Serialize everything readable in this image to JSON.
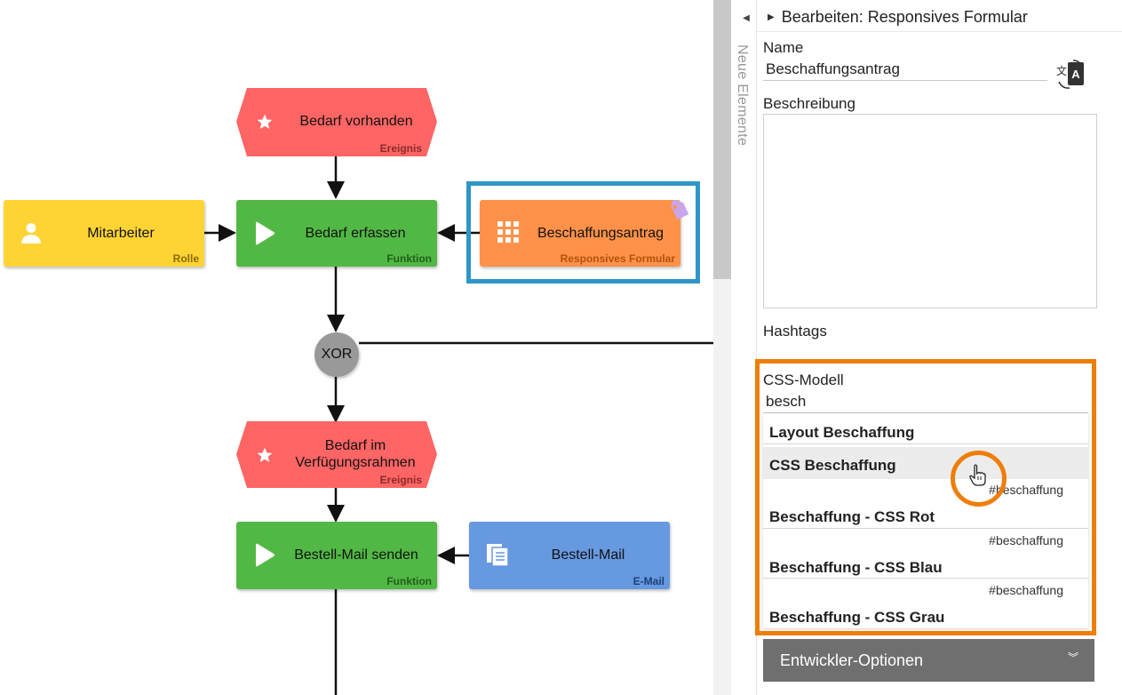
{
  "diagram": {
    "nodes": {
      "bedarf_vorhanden": {
        "title": "Bedarf vorhanden",
        "type": "Ereignis"
      },
      "mitarbeiter": {
        "title": "Mitarbeiter",
        "type": "Rolle"
      },
      "bedarf_erfassen": {
        "title": "Bedarf erfassen",
        "type": "Funktion"
      },
      "beschaffungsantrag": {
        "title": "Beschaffungsantrag",
        "type": "Responsives Formular"
      },
      "xor": {
        "title": "XOR"
      },
      "bedarf_im_rahmen": {
        "title": "Bedarf im Verfügungsrahmen",
        "type": "Ereignis"
      },
      "bestell_mail_senden": {
        "title": "Bestell-Mail senden",
        "type": "Funktion"
      },
      "bestell_mail": {
        "title": "Bestell-Mail",
        "type": "E-Mail"
      }
    },
    "colors": {
      "event": "#ff6565",
      "function": "#52b845",
      "role": "#fed434",
      "form": "#ff9148",
      "mail": "#6699e0",
      "gateway": "#999999",
      "highlight_blue": "#2f96c8"
    }
  },
  "palette": {
    "label": "Neue Elemente",
    "toggle_icon": "chevron-left-icon"
  },
  "panel": {
    "header": "Bearbeiten: Responsives Formular",
    "name_label": "Name",
    "name_value": "Beschaffungsantrag",
    "description_label": "Beschreibung",
    "hashtags_label": "Hashtags",
    "css_label": "CSS-Modell",
    "css_value": "besch",
    "dropdown": [
      {
        "tag": "",
        "name": "Layout Beschaffung"
      },
      {
        "tag": "",
        "name": "CSS Beschaffung"
      },
      {
        "tag": "#beschaffung",
        "name": "Beschaffung - CSS Rot"
      },
      {
        "tag": "#beschaffung",
        "name": "Beschaffung - CSS Blau"
      },
      {
        "tag": "#beschaffung",
        "name": "Beschaffung - CSS Grau"
      }
    ],
    "dev_options": "Entwickler-Optionen",
    "highlight_color": "#ee7e0a"
  }
}
